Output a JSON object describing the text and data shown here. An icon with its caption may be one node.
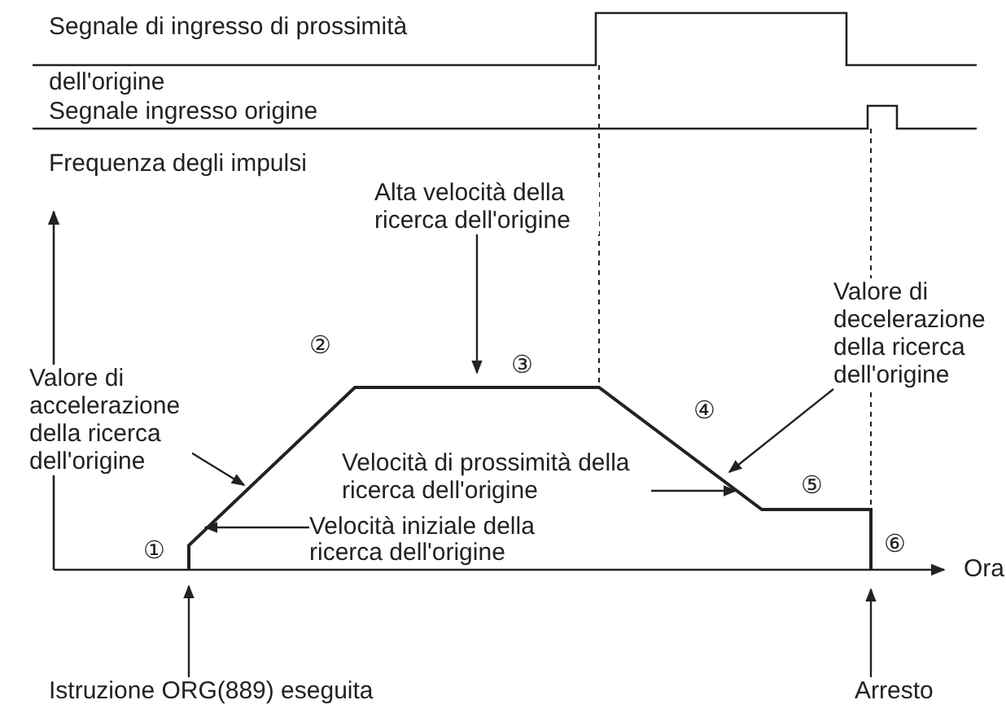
{
  "diagram": {
    "nodes": [
      {
        "text": [
          "Valore di accelerazione della ricerca dell'origine"
        ]
      },
      {
        "text": [
          "Alta velocità della ricerca dell'origine"
        ]
      },
      {
        "text": [
          "Valore di decelerazione della ricerca dell'origine"
        ]
      },
      {
        "text": [
          "Velocità di prossimità della ricerca dell'origine"
        ]
      },
      {
        "text": [
          "Velocità iniziale della ricerca dell'origine"
        ]
      },
      {
        "text": [
          "Istruzione ORG(889) eseguita"
        ]
      },
      {
        "text": [
          "Arresto"
        ]
      }
    ],
    "edges": [
      {
        "from": 0,
        "to": null,
        "arrow": "to"
      },
      {
        "from": 1,
        "to": null,
        "arrow": "to"
      },
      {
        "from": 2,
        "to": null,
        "arrow": "to"
      },
      {
        "from": 3,
        "to": null,
        "arrow": "to"
      },
      {
        "from": 4,
        "to": null,
        "arrow": "to"
      },
      {
        "from": 5,
        "to": null,
        "arrow": "to"
      },
      {
        "from": 6,
        "to": null,
        "arrow": "to"
      }
    ],
    "labels": [
      "Segnale di ingresso di prossimità dell'origine",
      "Segnale ingresso origine",
      "Frequenza degli impulsi",
      "②",
      "③",
      "④",
      "⑤",
      "①",
      "⑥",
      "Ora"
    ]
  }
}
